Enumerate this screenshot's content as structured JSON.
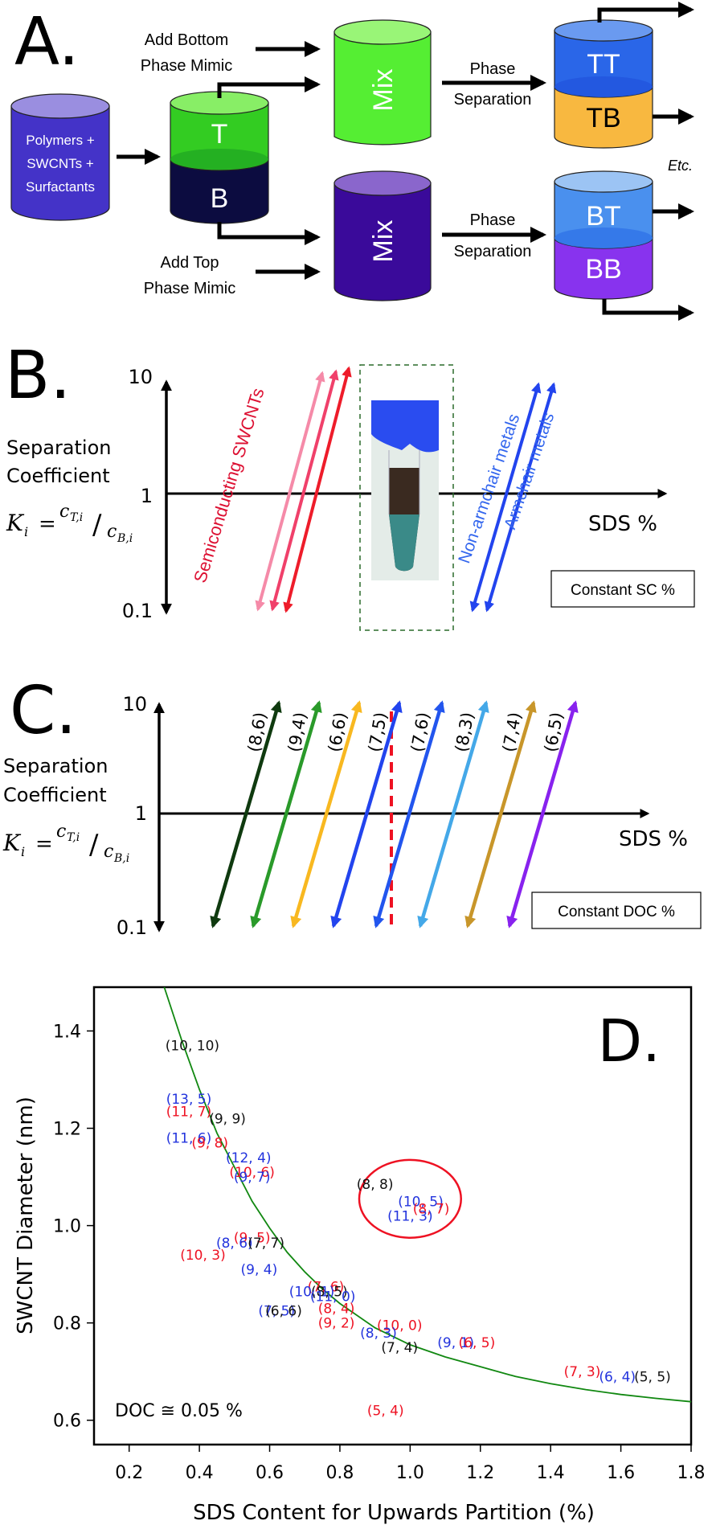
{
  "panel_a": {
    "label": "A.",
    "start_lines": [
      "Polymers +",
      "SWCNTs +",
      "Surfactants"
    ],
    "first_tube": {
      "top": "T",
      "bottom": "B"
    },
    "add_bottom": [
      "Add Bottom",
      "Phase Mimic"
    ],
    "add_top": [
      "Add Top",
      "Phase Mimic"
    ],
    "mix_label": "Mix",
    "phase_sep": [
      "Phase",
      "Separation"
    ],
    "tube_tt": "TT",
    "tube_tb": "TB",
    "tube_bt": "BT",
    "tube_bb": "BB",
    "etc": "Etc.",
    "colors": {
      "start": "#4433c8",
      "green": "#44dd22",
      "navy": "#0c0c40",
      "mix_green": "#55ee33",
      "mix_purple": "#3a0a9a",
      "tt": "#2a66e8",
      "tb": "#f8b840",
      "bt": "#4a90ee",
      "bb": "#8833ee"
    }
  },
  "panel_b": {
    "label": "B.",
    "y_top": "10",
    "y_mid": "1",
    "y_bottom": "0.1",
    "ylabel": [
      "Separation",
      "Coefficient"
    ],
    "formula": {
      "k": "K",
      "k_sub": "i",
      "num": "c",
      "num_sub": "T,i",
      "den": "c",
      "den_sub": "B,i"
    },
    "xlabel": "SDS %",
    "semi_label": "Semiconducting SWCNTs",
    "nonarm_label": "Non-armchair metals",
    "arm_label": "Armchair metals",
    "box_label": "Constant SC %",
    "colors": {
      "semi": [
        "#f58aa8",
        "#f0406a",
        "#ee1c2a"
      ],
      "metal": "#2244ee",
      "semi_text": "#dd1133",
      "metal_text": "#3366ee"
    }
  },
  "panel_c": {
    "label": "C.",
    "y_top": "10",
    "y_mid": "1",
    "y_bottom": "0.1",
    "ylabel": [
      "Separation",
      "Coefficient"
    ],
    "xlabel": "SDS %",
    "box_label": "Constant DOC %",
    "arrows": [
      {
        "label": "(8,6)",
        "color": "#0f3a0f"
      },
      {
        "label": "(9,4)",
        "color": "#2a9a2a"
      },
      {
        "label": "(6,6)",
        "color": "#f8b820"
      },
      {
        "label": "(7,5)",
        "color": "#2244ee"
      },
      {
        "label": "(7,6)",
        "color": "#2255ee"
      },
      {
        "label": "(8,3)",
        "color": "#44a8e8"
      },
      {
        "label": "(7,4)",
        "color": "#c8962a"
      },
      {
        "label": "(6,5)",
        "color": "#8822ee"
      }
    ],
    "dash_color": "#ee1122"
  },
  "chart_data": {
    "type": "scatter",
    "panel_label": "D.",
    "title": "",
    "xlabel": "SDS Content for Upwards Partition (%)",
    "ylabel": "SWCNT Diameter (nm)",
    "xlim": [
      0.1,
      1.8
    ],
    "ylim": [
      0.55,
      1.49
    ],
    "xticks": [
      "0.2",
      "0.4",
      "0.6",
      "0.8",
      "1.0",
      "1.2",
      "1.4",
      "1.6",
      "1.8"
    ],
    "yticks": [
      "0.6",
      "0.8",
      "1.0",
      "1.2",
      "1.4"
    ],
    "annotation": "DOC ≅ 0.05 %",
    "grid": false,
    "legend": "none",
    "series_colors": {
      "armchair": "#111111",
      "metallic": "#2233dd",
      "semiconducting": "#ee1122"
    },
    "points": [
      {
        "label": "(10, 10)",
        "x": 0.38,
        "y": 1.37,
        "type": "armchair"
      },
      {
        "label": "(13, 5)",
        "x": 0.37,
        "y": 1.26,
        "type": "metallic"
      },
      {
        "label": "(11, 7)",
        "x": 0.37,
        "y": 1.235,
        "type": "semiconducting"
      },
      {
        "label": "(9, 9)",
        "x": 0.48,
        "y": 1.22,
        "type": "armchair"
      },
      {
        "label": "(11, 6)",
        "x": 0.37,
        "y": 1.18,
        "type": "metallic"
      },
      {
        "label": "(9, 8)",
        "x": 0.43,
        "y": 1.17,
        "type": "semiconducting"
      },
      {
        "label": "(12, 4)",
        "x": 0.54,
        "y": 1.14,
        "type": "metallic"
      },
      {
        "label": "(10, 6)",
        "x": 0.55,
        "y": 1.11,
        "type": "semiconducting"
      },
      {
        "label": "(9, 7)",
        "x": 0.55,
        "y": 1.1,
        "type": "metallic"
      },
      {
        "label": "(8, 8)",
        "x": 0.9,
        "y": 1.085,
        "type": "armchair"
      },
      {
        "label": "(10, 5)",
        "x": 1.03,
        "y": 1.05,
        "type": "metallic"
      },
      {
        "label": "(8, 7)",
        "x": 1.06,
        "y": 1.035,
        "type": "semiconducting"
      },
      {
        "label": "(11, 3)",
        "x": 1.0,
        "y": 1.02,
        "type": "metallic"
      },
      {
        "label": "(9, 5)",
        "x": 0.55,
        "y": 0.975,
        "type": "semiconducting"
      },
      {
        "label": "(8, 6)",
        "x": 0.5,
        "y": 0.965,
        "type": "metallic"
      },
      {
        "label": "(7, 7)",
        "x": 0.59,
        "y": 0.965,
        "type": "armchair"
      },
      {
        "label": "(10, 3)",
        "x": 0.41,
        "y": 0.94,
        "type": "semiconducting"
      },
      {
        "label": "(9, 4)",
        "x": 0.57,
        "y": 0.91,
        "type": "metallic"
      },
      {
        "label": "(7, 6)",
        "x": 0.76,
        "y": 0.875,
        "type": "semiconducting"
      },
      {
        "label": "(10, 1)",
        "x": 0.72,
        "y": 0.865,
        "type": "metallic"
      },
      {
        "label": "(8, 5)",
        "x": 0.77,
        "y": 0.865,
        "type": "armchair"
      },
      {
        "label": "(11, 0)",
        "x": 0.78,
        "y": 0.855,
        "type": "metallic"
      },
      {
        "label": "(8, 4)",
        "x": 0.79,
        "y": 0.83,
        "type": "semiconducting"
      },
      {
        "label": "(7, 5)",
        "x": 0.62,
        "y": 0.825,
        "type": "metallic"
      },
      {
        "label": "(6, 6)",
        "x": 0.64,
        "y": 0.825,
        "type": "armchair"
      },
      {
        "label": "(9, 2)",
        "x": 0.79,
        "y": 0.8,
        "type": "semiconducting"
      },
      {
        "label": "(10, 0)",
        "x": 0.97,
        "y": 0.795,
        "type": "semiconducting"
      },
      {
        "label": "(8, 3)",
        "x": 0.91,
        "y": 0.78,
        "type": "metallic"
      },
      {
        "label": "(7, 4)",
        "x": 0.97,
        "y": 0.75,
        "type": "armchair"
      },
      {
        "label": "(9, 1)",
        "x": 1.13,
        "y": 0.76,
        "type": "metallic"
      },
      {
        "label": "(6, 5)",
        "x": 1.19,
        "y": 0.76,
        "type": "semiconducting"
      },
      {
        "label": "(7, 3)",
        "x": 1.49,
        "y": 0.7,
        "type": "semiconducting"
      },
      {
        "label": "(6, 4)",
        "x": 1.59,
        "y": 0.69,
        "type": "metallic"
      },
      {
        "label": "(5, 5)",
        "x": 1.69,
        "y": 0.69,
        "type": "armchair"
      },
      {
        "label": "(5, 4)",
        "x": 0.93,
        "y": 0.62,
        "type": "semiconducting"
      }
    ],
    "fit_curve": {
      "color": "#118811",
      "x": [
        0.3,
        0.35,
        0.4,
        0.45,
        0.5,
        0.55,
        0.6,
        0.65,
        0.7,
        0.75,
        0.8,
        0.9,
        1.0,
        1.1,
        1.2,
        1.3,
        1.4,
        1.5,
        1.6,
        1.7,
        1.8
      ],
      "y": [
        1.49,
        1.38,
        1.28,
        1.19,
        1.12,
        1.05,
        0.995,
        0.945,
        0.905,
        0.87,
        0.84,
        0.79,
        0.755,
        0.73,
        0.71,
        0.69,
        0.675,
        0.663,
        0.653,
        0.645,
        0.638
      ]
    },
    "highlight_ellipse": {
      "cx": 1.0,
      "cy": 1.055,
      "rx": 0.145,
      "ry": 0.08,
      "color": "#ee1122"
    }
  }
}
